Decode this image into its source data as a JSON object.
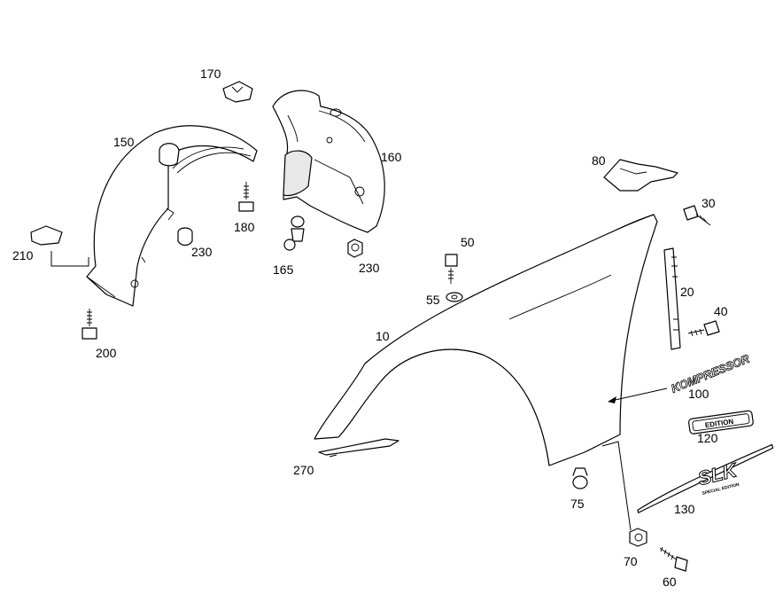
{
  "callouts": {
    "c10": "10",
    "c20": "20",
    "c30": "30",
    "c40": "40",
    "c50": "50",
    "c55": "55",
    "c60": "60",
    "c70": "70",
    "c75": "75",
    "c80": "80",
    "c100": "100",
    "c120": "120",
    "c130": "130",
    "c150": "150",
    "c160": "160",
    "c165": "165",
    "c170": "170",
    "c180": "180",
    "c200": "200",
    "c210": "210",
    "c230a": "230",
    "c230b": "230",
    "c270": "270"
  },
  "emblems": {
    "kompressor": "KOMPRESSOR",
    "edition": "EDITION",
    "slk": "SLK",
    "slk_sub": "SPECIAL EDITION"
  },
  "colors": {
    "line": "#000000",
    "background": "#ffffff"
  }
}
